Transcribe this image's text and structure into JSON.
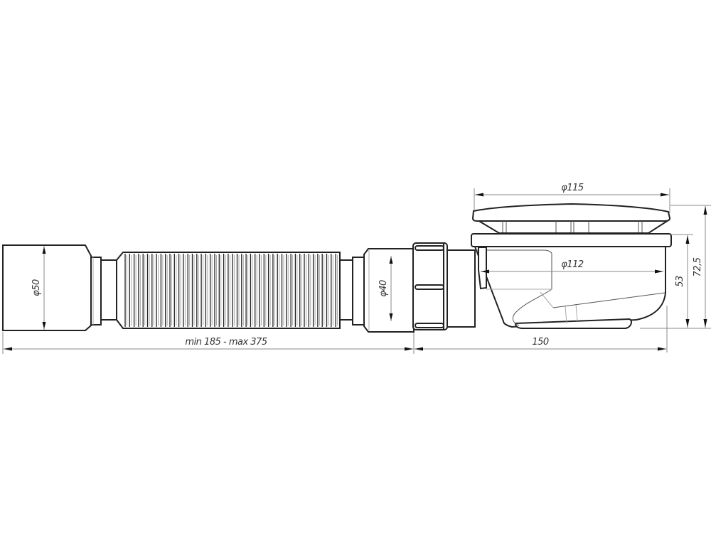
{
  "drawing": {
    "subject": "Shower tray drain trap with flexible corrugated hose",
    "dimensions": {
      "outlet_diameter": "φ50",
      "inlet_diameter": "φ40",
      "hose_length": "min 185 - max 375",
      "cap_diameter": "φ115",
      "body_diameter": "φ112",
      "trap_length": "150",
      "body_height": "53",
      "total_height": "72,5"
    },
    "colors": {
      "outline": "#222222",
      "dimension_line": "#888888",
      "text": "#333333",
      "background": "#ffffff"
    }
  }
}
